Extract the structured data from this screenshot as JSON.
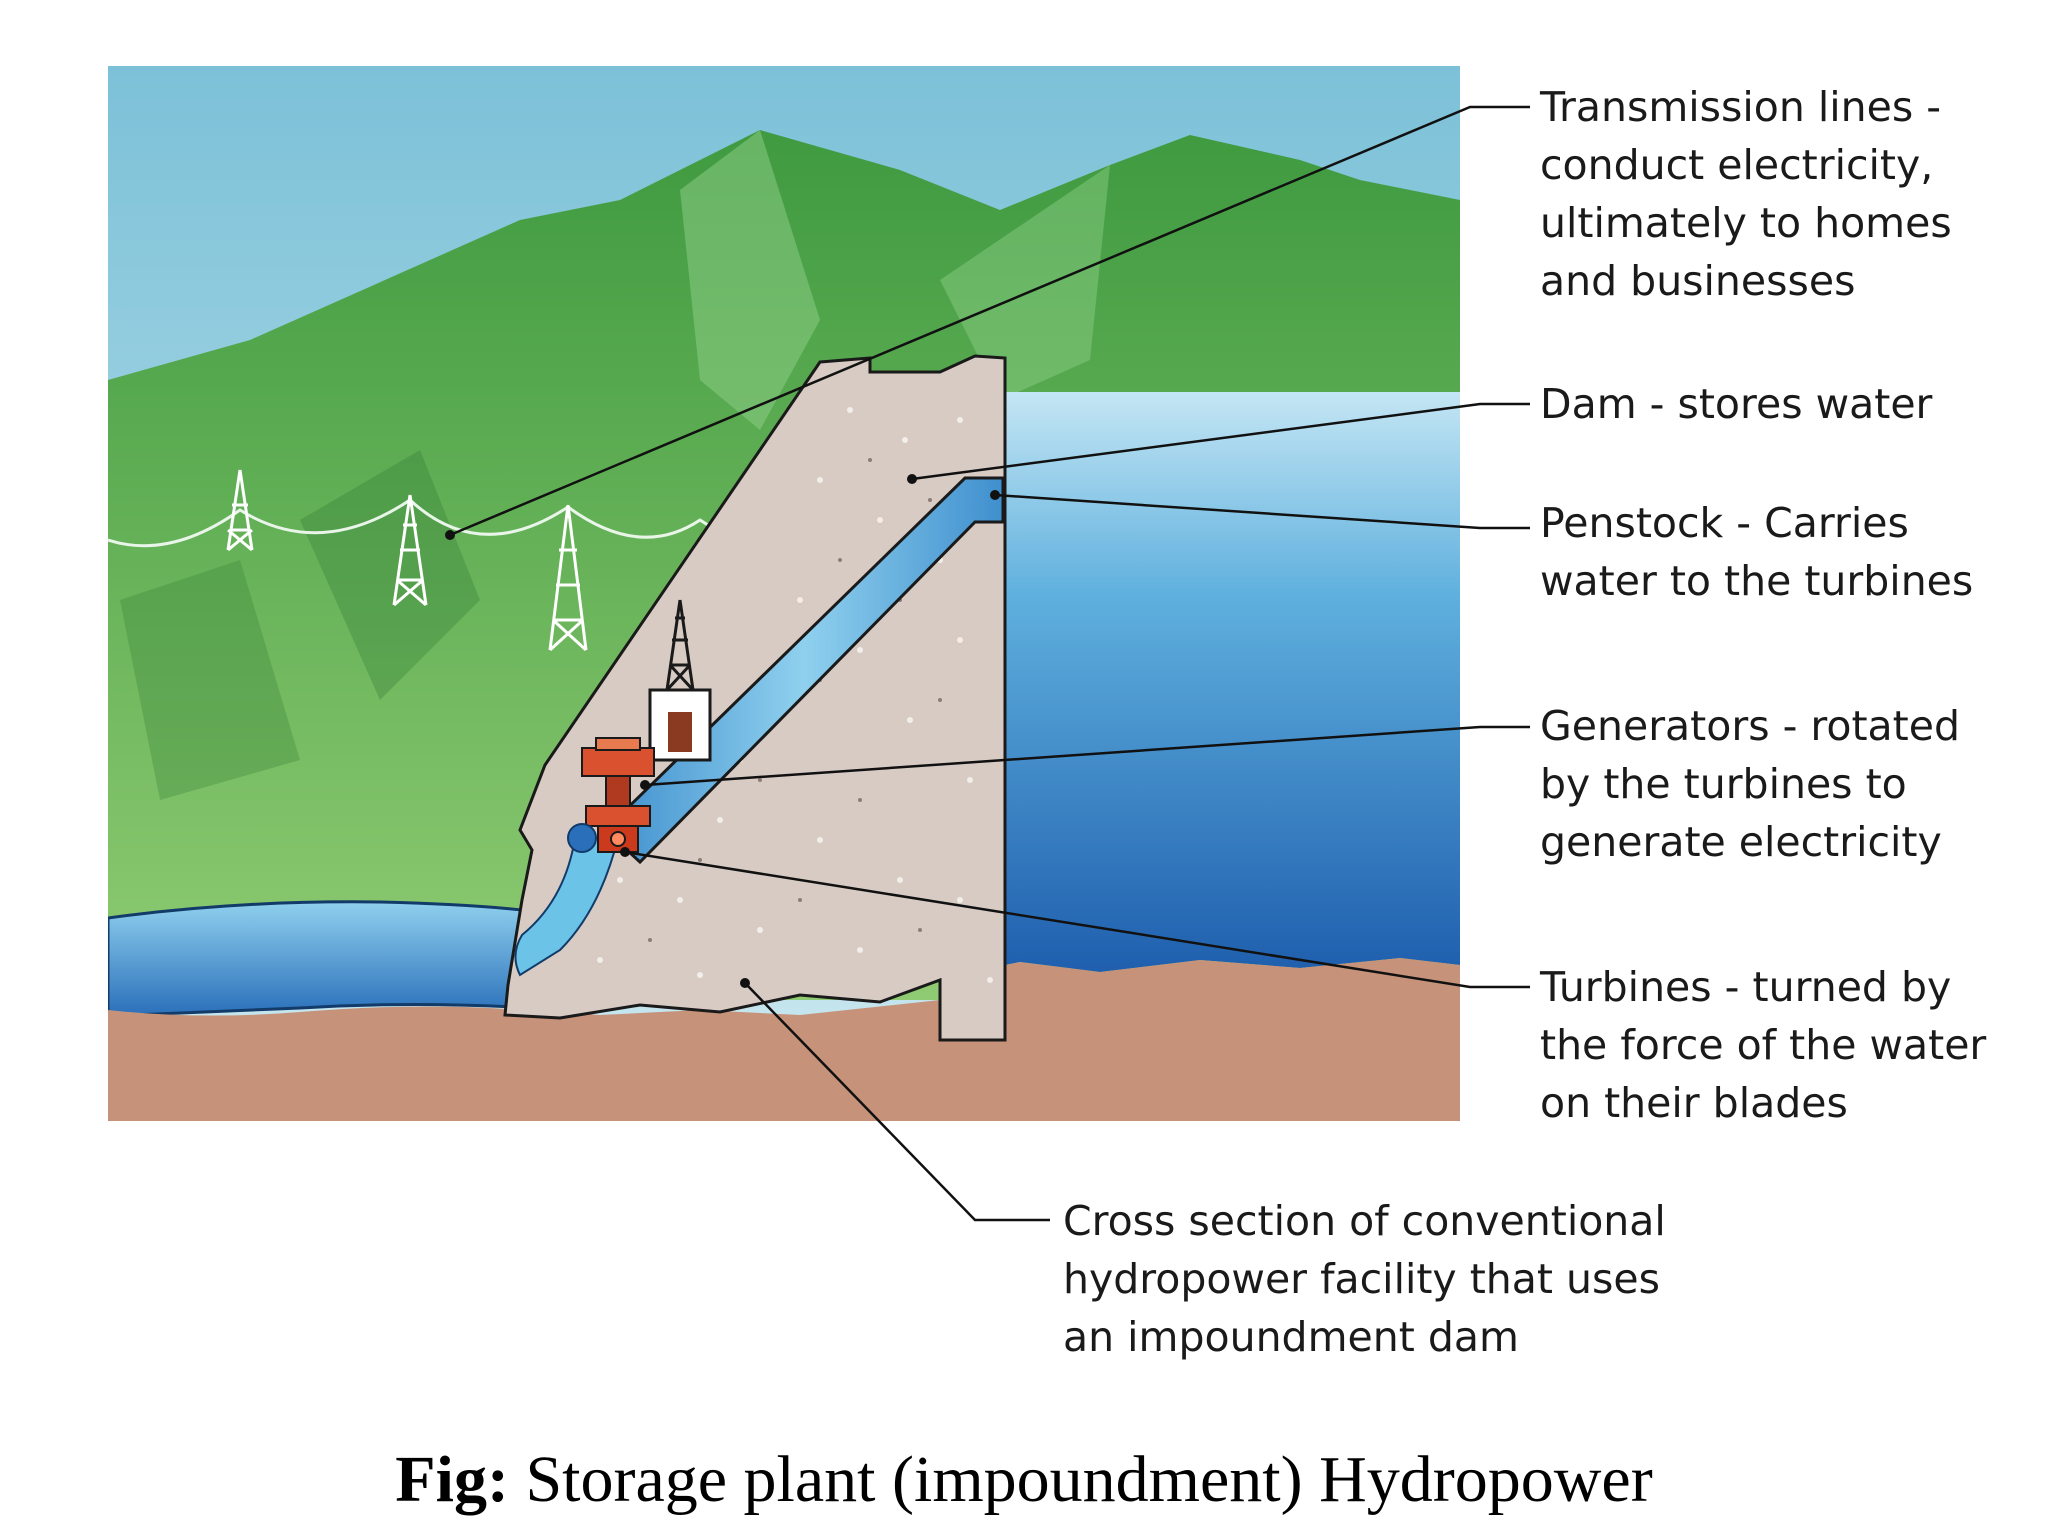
{
  "labels": {
    "transmission": [
      "Transmission lines -",
      "conduct electricity,",
      "ultimately to homes",
      "and businesses"
    ],
    "dam": [
      "Dam - stores water"
    ],
    "penstock": [
      "Penstock - Carries",
      "water to the turbines"
    ],
    "generators": [
      "Generators - rotated",
      "by the turbines to",
      "generate electricity"
    ],
    "turbines": [
      "Turbines - turned by",
      "the force of the water",
      "on their blades"
    ],
    "cross_section": [
      "Cross section of conventional",
      "hydropower facility that uses",
      "an impoundment dam"
    ]
  },
  "caption": {
    "prefix": "Fig:",
    "text": " Storage plant (impoundment) Hydropower"
  },
  "colors": {
    "sky": "#9fd4e4",
    "mountain": "#4fa84a",
    "concrete": "#d7cbc4",
    "water": "#3a86c4",
    "ground": "#c7947a",
    "turbine_red": "#cc4a2a"
  }
}
